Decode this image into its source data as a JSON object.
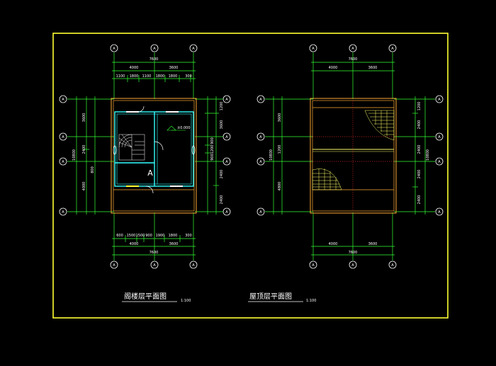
{
  "colors": {
    "background": "#000000",
    "frame": "#ffff33",
    "dimension": "#33ff33",
    "wall": "#33ffff",
    "roof_edge": "#ffaa33",
    "hatch": "#ffff66",
    "red_axis": "#ff3333",
    "text": "#ffffff"
  },
  "grid_marker_label": "A",
  "left_plan": {
    "title": "阁楼层平面图",
    "scale": "1:100",
    "room_label": "A",
    "elevation_label": "±0.000",
    "top_dims": {
      "total": "7600",
      "row2": [
        "4000",
        "3600"
      ],
      "row3": [
        "1100",
        "1800",
        "1100",
        "1800",
        "1800",
        "300"
      ]
    },
    "bottom_dims": {
      "row1": [
        "600",
        "1500",
        "1500",
        "900",
        "1900",
        "1800",
        "300"
      ],
      "row2": [
        "4000",
        "3600"
      ],
      "total": "7600"
    },
    "left_dims": {
      "outer": "10800",
      "inner": [
        "3600",
        "2400",
        "800",
        "4000"
      ]
    },
    "right_dims": {
      "outer_top": "1200",
      "segs": [
        "3600",
        "900",
        "1200",
        "900",
        "2400",
        "2400"
      ]
    }
  },
  "right_plan": {
    "title": "屋顶层平面图",
    "scale": "1:100",
    "top_dims": {
      "total": "7600",
      "row2": [
        "4000",
        "3600"
      ]
    },
    "bottom_dims": {
      "row2": [
        "4000",
        "3600"
      ],
      "total": "7600"
    },
    "left_dims": {
      "outer": "10800",
      "inner": [
        "3600",
        "1200",
        "4800"
      ]
    },
    "right_dims": {
      "outer": "10800",
      "segs": [
        "1200",
        "2400",
        "2400",
        "2400",
        "2400"
      ]
    }
  }
}
